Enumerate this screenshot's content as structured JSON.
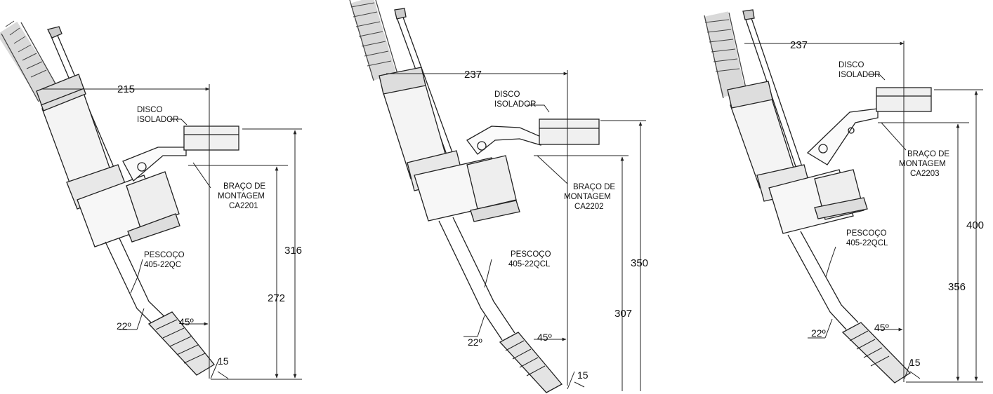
{
  "panels": [
    {
      "disco": [
        "DISCO",
        "ISOLADOR"
      ],
      "braco": [
        "BRAÇO DE",
        "MONTAGEM",
        "CA2201"
      ],
      "pescoco": [
        "PESCOÇO",
        "405-22QC"
      ],
      "dim_horizontal": "215",
      "dim_total": "316",
      "dim_inner": "272",
      "angle_tip": "45º",
      "angle_neck": "22º",
      "dim_tip": "15"
    },
    {
      "disco": [
        "DISCO",
        "ISOLADOR"
      ],
      "braco": [
        "BRAÇO DE",
        "MONTAGEM",
        "CA2202"
      ],
      "pescoco": [
        "PESCOÇO",
        "405-22QCL"
      ],
      "dim_horizontal": "237",
      "dim_total": "350",
      "dim_inner": "307",
      "angle_tip": "45º",
      "angle_neck": "22º",
      "dim_tip": "15"
    },
    {
      "disco": [
        "DISCO",
        "ISOLADOR"
      ],
      "braco": [
        "BRAÇO DE",
        "MONTAGEM",
        "CA2203"
      ],
      "pescoco": [
        "PESCOÇO",
        "405-22QCL"
      ],
      "dim_horizontal": "237",
      "dim_total": "400",
      "dim_inner": "356",
      "angle_tip": "45º",
      "angle_neck": "22º",
      "dim_tip": "15"
    }
  ],
  "colors": {
    "line": "#222222",
    "hatch": "#555555",
    "background": "#ffffff"
  }
}
